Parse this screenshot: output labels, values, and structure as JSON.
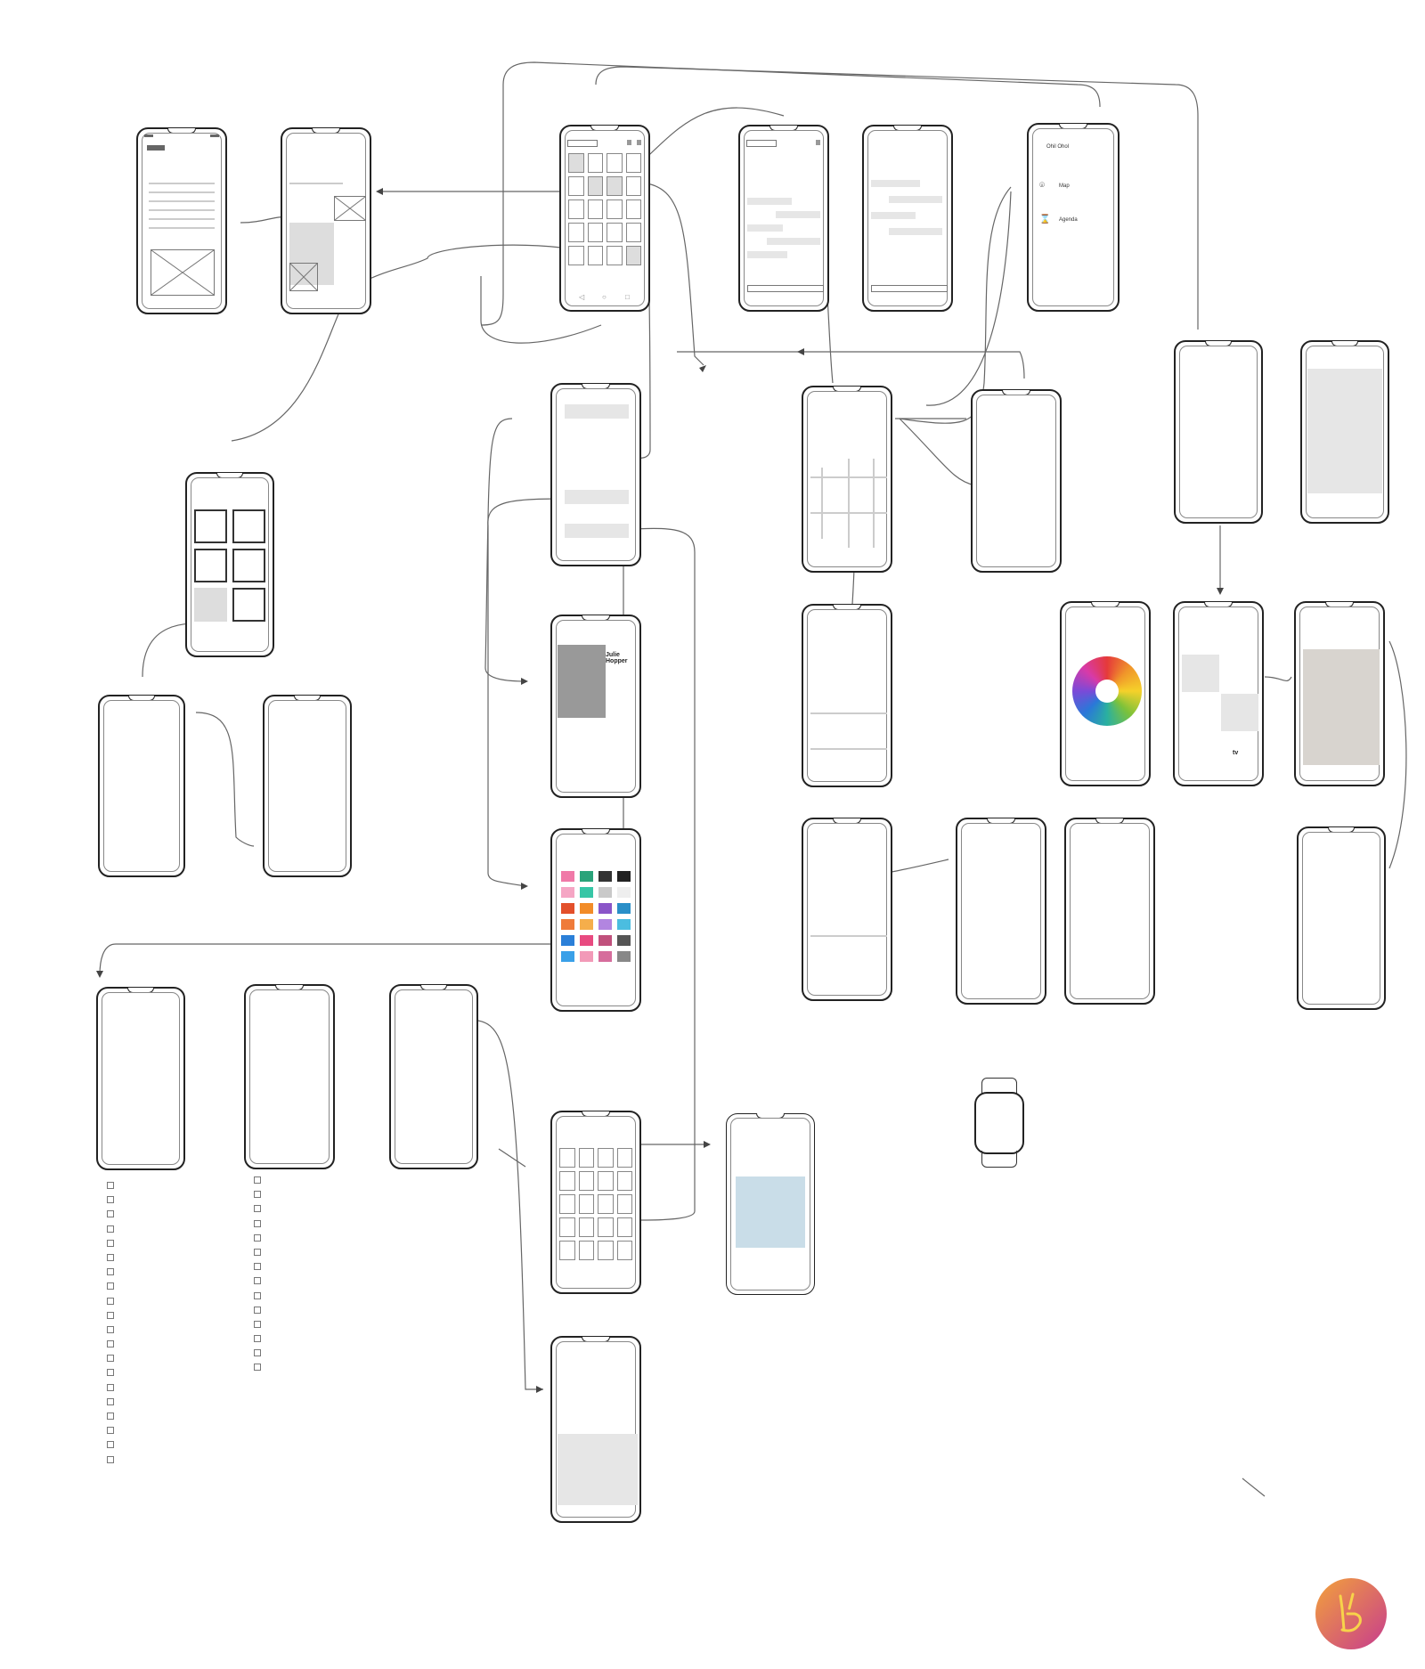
{
  "diagram": {
    "type": "wireframe-user-flow",
    "colors": {
      "stroke": "#222222",
      "connector": "#666666",
      "placeholder": "#e6e6e6",
      "logo_gradient": [
        "#f3a23a",
        "#c73c8e"
      ]
    },
    "profile": {
      "name": "Julie Hopper"
    },
    "dashboard": {
      "greeting": "Ohil Ohol",
      "map_label": "Map",
      "agenda_label": "Agenda"
    },
    "apps": {
      "appletv_label": "tv"
    },
    "logo": {
      "icon": "peace-hand-icon"
    }
  }
}
